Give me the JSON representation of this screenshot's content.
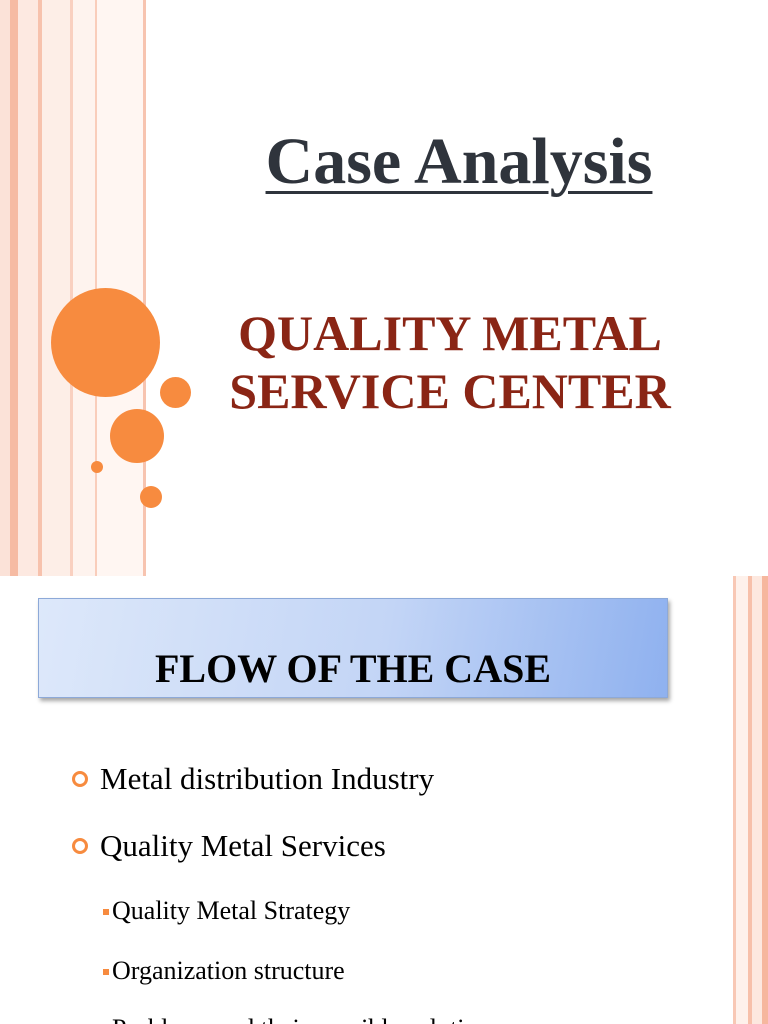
{
  "slide1": {
    "title": "Case Analysis",
    "subtitle_line1": "QUALITY METAL",
    "subtitle_line2": "SERVICE CENTER"
  },
  "slide2": {
    "banner_title": "FLOW OF THE CASE",
    "bullets": [
      "Metal distribution Industry",
      "Quality Metal Services"
    ],
    "sub_bullets": [
      "Quality Metal Strategy",
      "Organization structure",
      "Problems and their possible solutions"
    ]
  },
  "colors": {
    "accent_orange": "#f78b3f",
    "title_gray": "#2f343c",
    "subtitle_red": "#8a2515",
    "banner_blue": "#8fb1ef"
  },
  "icons": {
    "bullet": "orange-ring-icon",
    "sub_bullet": "orange-square-icon"
  }
}
